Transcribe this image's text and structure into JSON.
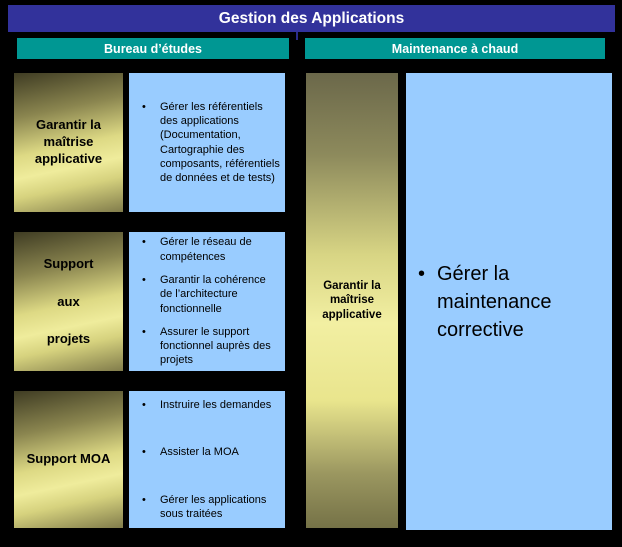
{
  "title": "Gestion des Applications",
  "colors": {
    "background": "#000000",
    "title_bar": "#32329b",
    "section_header_teal": "#009793",
    "panel_blue": "#99ccff",
    "gold_light": "#f2efa2",
    "gold_dark": "#3f3c23"
  },
  "columns": {
    "left": {
      "header": "Bureau d’études",
      "rows": [
        {
          "label": "Garantir la\nmaîtrise\napplicative",
          "bullets": [
            "Gérer les référentiels des applications (Documentation, Cartographie des composants, référentiels de données et de tests)"
          ]
        },
        {
          "label": "Support\naux\nprojets",
          "bullets": [
            "Gérer le réseau de compétences",
            "Garantir la cohérence de l’architecture fonctionnelle",
            "Assurer le support fonctionnel auprès des projets"
          ]
        },
        {
          "label": "Support MOA",
          "bullets": [
            "Instruire les demandes",
            "Assister la MOA",
            "Gérer les applications sous traitées"
          ]
        }
      ]
    },
    "right": {
      "header": "Maintenance à chaud",
      "label": "Garantir la\nmaîtrise\napplicative",
      "bullets": [
        "Gérer la maintenance corrective"
      ]
    }
  }
}
